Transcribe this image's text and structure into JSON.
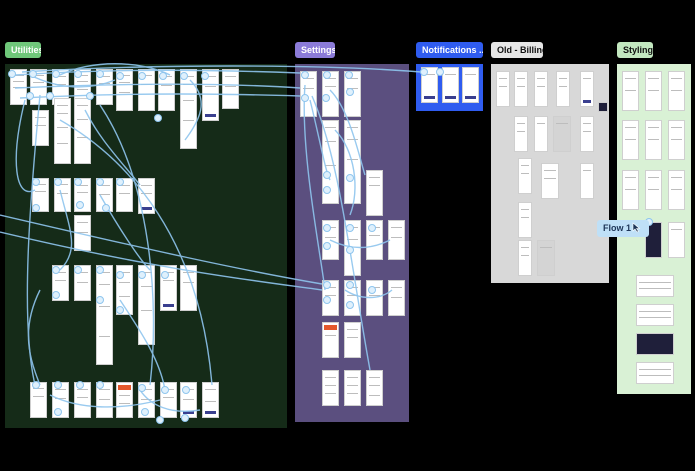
{
  "sections": {
    "utilities": {
      "label": "Utilities",
      "label_color": "#6fc77a",
      "bg": "#152b18"
    },
    "settings": {
      "label": "Settings",
      "label_color": "#8b7bd8",
      "bg": "#5b4f7f"
    },
    "notifications": {
      "label": "Notifications ...",
      "label_color": "#2f5cf0",
      "bg": "#2f5cf0"
    },
    "billing": {
      "label": "Old - Billing",
      "label_color": "#e6e6e6",
      "bg": "#d8d8d8"
    },
    "styling": {
      "label": "Styling",
      "label_color": "#c3e8c0",
      "bg": "#d9f1d5"
    }
  },
  "flow": {
    "label": "Flow 1"
  },
  "colors": {
    "connector": "#8ec5ee",
    "node": "#dff0fc",
    "accent": "#3a3f8f"
  },
  "icons": [
    "cursor-icon"
  ]
}
